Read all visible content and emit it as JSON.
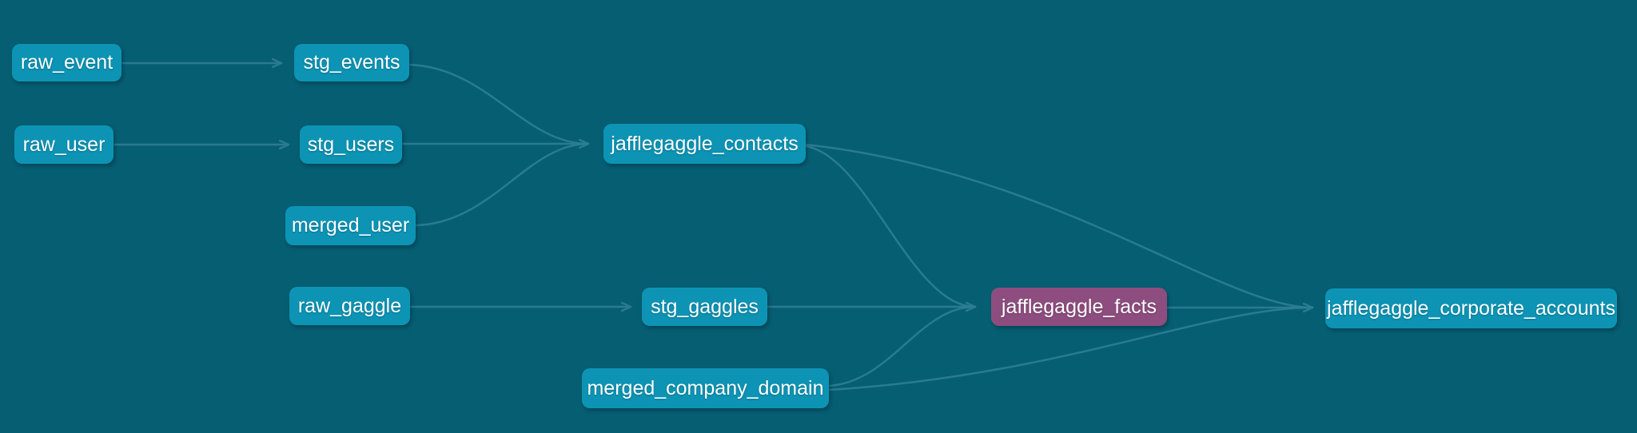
{
  "graph": {
    "nodes": [
      {
        "id": "raw_event",
        "label": "raw_event",
        "kind": "model"
      },
      {
        "id": "stg_events",
        "label": "stg_events",
        "kind": "model"
      },
      {
        "id": "raw_user",
        "label": "raw_user",
        "kind": "model"
      },
      {
        "id": "stg_users",
        "label": "stg_users",
        "kind": "model"
      },
      {
        "id": "merged_user",
        "label": "merged_user",
        "kind": "model"
      },
      {
        "id": "jafflegaggle_contacts",
        "label": "jafflegaggle_contacts",
        "kind": "model"
      },
      {
        "id": "raw_gaggle",
        "label": "raw_gaggle",
        "kind": "model"
      },
      {
        "id": "stg_gaggles",
        "label": "stg_gaggles",
        "kind": "model"
      },
      {
        "id": "jafflegaggle_facts",
        "label": "jafflegaggle_facts",
        "kind": "highlighted"
      },
      {
        "id": "merged_company_domain",
        "label": "merged_company_domain",
        "kind": "model"
      },
      {
        "id": "jafflegaggle_corporate_accounts",
        "label": "jafflegaggle_corporate_accounts",
        "kind": "model"
      }
    ],
    "edges": [
      {
        "from": "raw_event",
        "to": "stg_events"
      },
      {
        "from": "raw_user",
        "to": "stg_users"
      },
      {
        "from": "stg_events",
        "to": "jafflegaggle_contacts"
      },
      {
        "from": "stg_users",
        "to": "jafflegaggle_contacts"
      },
      {
        "from": "merged_user",
        "to": "jafflegaggle_contacts"
      },
      {
        "from": "raw_gaggle",
        "to": "stg_gaggles"
      },
      {
        "from": "stg_gaggles",
        "to": "jafflegaggle_facts"
      },
      {
        "from": "jafflegaggle_contacts",
        "to": "jafflegaggle_facts"
      },
      {
        "from": "merged_company_domain",
        "to": "jafflegaggle_facts"
      },
      {
        "from": "jafflegaggle_contacts",
        "to": "jafflegaggle_corporate_accounts"
      },
      {
        "from": "merged_company_domain",
        "to": "jafflegaggle_corporate_accounts"
      },
      {
        "from": "jafflegaggle_facts",
        "to": "jafflegaggle_corporate_accounts"
      }
    ]
  },
  "colors": {
    "background": "#065E73",
    "node": "#0D94B5",
    "node_highlighted": "#8E4D7F",
    "edge": "#2E7E95",
    "text": "#FFFFFF"
  }
}
